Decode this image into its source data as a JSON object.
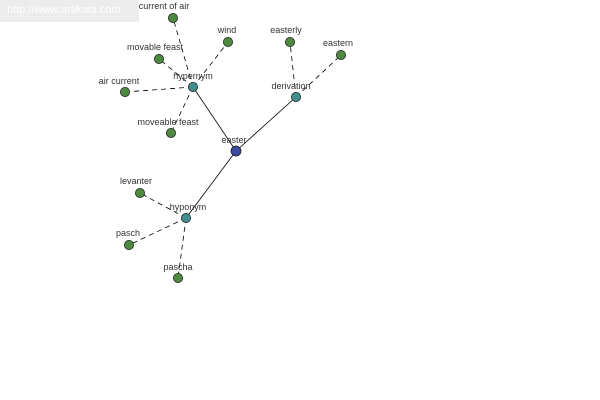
{
  "watermark": {
    "text": "http://www.artikata.com"
  },
  "colors": {
    "root_fill": "#3b4a9c",
    "hub_fill": "#3f8f8f",
    "leaf_fill": "#4d8a3f",
    "node_stroke": "#222222",
    "edge_stroke": "#000000"
  },
  "nodes": [
    {
      "id": "easter",
      "label": "easter",
      "kind": "root"
    },
    {
      "id": "hypernym",
      "label": "hypernym",
      "kind": "hub"
    },
    {
      "id": "derivation",
      "label": "derivation",
      "kind": "hub"
    },
    {
      "id": "hyponym",
      "label": "hyponym",
      "kind": "hub"
    },
    {
      "id": "current_of_air",
      "label": "current of air",
      "kind": "leaf"
    },
    {
      "id": "movable_feast",
      "label": "movable feast",
      "kind": "leaf"
    },
    {
      "id": "wind",
      "label": "wind",
      "kind": "leaf"
    },
    {
      "id": "air_current",
      "label": "air current",
      "kind": "leaf"
    },
    {
      "id": "moveable_feast",
      "label": "moveable feast",
      "kind": "leaf"
    },
    {
      "id": "easterly",
      "label": "easterly",
      "kind": "leaf"
    },
    {
      "id": "eastern",
      "label": "eastern",
      "kind": "leaf"
    },
    {
      "id": "levanter",
      "label": "levanter",
      "kind": "leaf"
    },
    {
      "id": "pasch",
      "label": "pasch",
      "kind": "leaf"
    },
    {
      "id": "pascha",
      "label": "pascha",
      "kind": "leaf"
    }
  ],
  "edges": [
    {
      "from": "easter",
      "to": "hypernym",
      "style": "solid"
    },
    {
      "from": "easter",
      "to": "derivation",
      "style": "solid"
    },
    {
      "from": "easter",
      "to": "hyponym",
      "style": "solid"
    },
    {
      "from": "hypernym",
      "to": "current_of_air",
      "style": "dashed"
    },
    {
      "from": "hypernym",
      "to": "movable_feast",
      "style": "dashed"
    },
    {
      "from": "hypernym",
      "to": "wind",
      "style": "dashed"
    },
    {
      "from": "hypernym",
      "to": "air_current",
      "style": "dashed"
    },
    {
      "from": "hypernym",
      "to": "moveable_feast",
      "style": "dashed"
    },
    {
      "from": "derivation",
      "to": "easterly",
      "style": "dashed"
    },
    {
      "from": "derivation",
      "to": "eastern",
      "style": "dashed"
    },
    {
      "from": "hyponym",
      "to": "levanter",
      "style": "dashed"
    },
    {
      "from": "hyponym",
      "to": "pasch",
      "style": "dashed"
    },
    {
      "from": "hyponym",
      "to": "pascha",
      "style": "dashed"
    }
  ]
}
